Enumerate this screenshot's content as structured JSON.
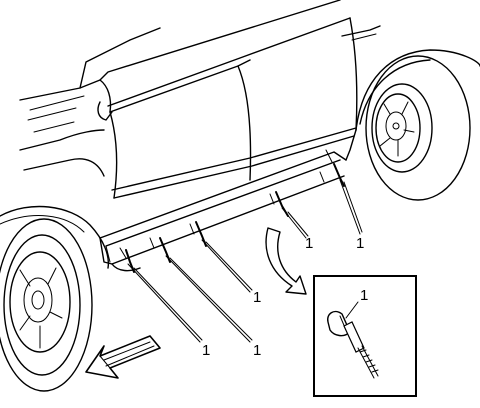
{
  "diagram": {
    "callouts": [
      {
        "id": "c1",
        "text": "1"
      },
      {
        "id": "c2",
        "text": "1"
      },
      {
        "id": "c3",
        "text": "1"
      },
      {
        "id": "c4",
        "text": "1"
      },
      {
        "id": "c5",
        "text": "1"
      },
      {
        "id": "c6",
        "text": "1"
      }
    ],
    "detail": {
      "callout": "1",
      "part": "rivet"
    },
    "icons": {
      "direction": "front-direction-arrow-icon",
      "detail_pointer": "curved-arrow-icon"
    }
  }
}
